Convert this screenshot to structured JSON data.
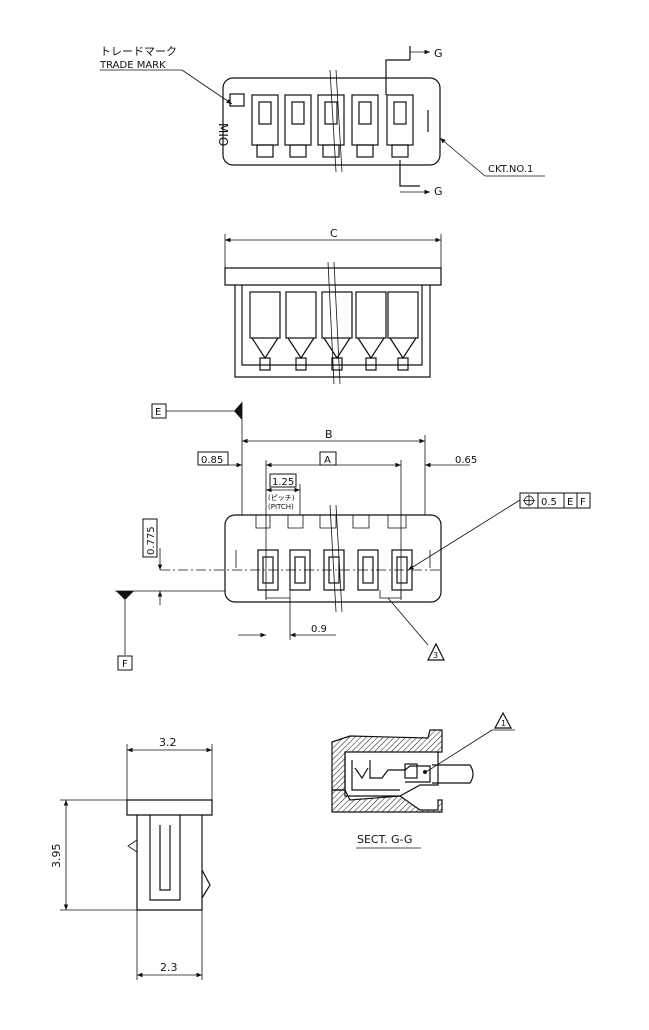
{
  "top_view": {
    "trademark_jp": "トレードマーク",
    "trademark_en": "TRADE MARK",
    "section_marker": "G",
    "circuit_label": "CKT.NO.1"
  },
  "front_view": {
    "dim_c": "C"
  },
  "bottom_view": {
    "datum_e": "E",
    "datum_f": "F",
    "dim_b": "B",
    "dim_a": "A",
    "dim_085": "0.85",
    "dim_065": "0.65",
    "dim_125": "1.25",
    "pitch_jp": "(ピッチ)",
    "pitch_en": "(PITCH)",
    "dim_0775": "0.775",
    "dim_09": "0.9",
    "tol_value": "0.5",
    "tol_ref1": "E",
    "tol_ref2": "F",
    "note_3": "3"
  },
  "side_view": {
    "dim_32": "3.2",
    "dim_395": "3.95",
    "dim_23": "2.3"
  },
  "section_view": {
    "title": "SECT. G-G",
    "note_1": "1"
  }
}
